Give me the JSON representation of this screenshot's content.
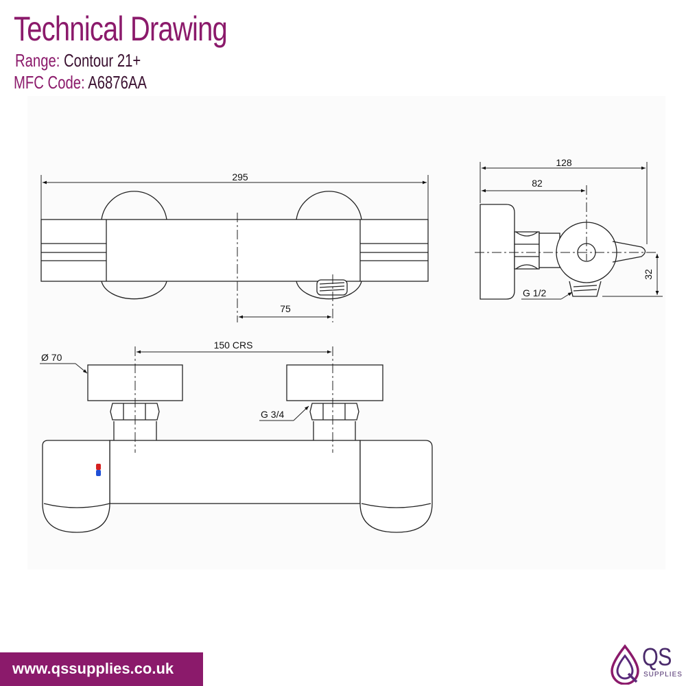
{
  "header": {
    "title": "Technical Drawing",
    "range_label": "Range:",
    "range_value": "Contour 21+",
    "mfc_label": "MFC Code:",
    "mfc_value": "A6876AA"
  },
  "dimensions": {
    "overall_length": "295",
    "outlet_offset": "75",
    "depth_total": "128",
    "depth_inner": "82",
    "height_offset": "32",
    "side_outlet_thread": "G 1/2",
    "centres": "150 CRS",
    "eccentric_diameter": "Ø 70",
    "inlet_thread": "G 3/4"
  },
  "footer": {
    "url": "www.qssupplies.co.uk",
    "logo_text": "QS",
    "logo_sub": "SUPPLIES"
  },
  "colors": {
    "brand": "#8b1a6b",
    "line": "#222222",
    "hot": "#d62020",
    "cold": "#1f4fd6"
  }
}
